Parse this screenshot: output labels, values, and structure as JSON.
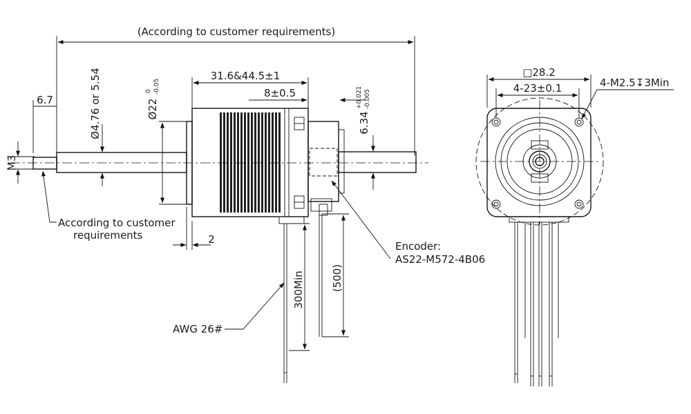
{
  "side_view": {
    "overall_length": "(According to customer requirements)",
    "shaft_end_length": "6.7",
    "thread": "M3",
    "shaft_diameter": "Ø4.76 or 5.54",
    "pilot_diameter_base": "Ø22",
    "pilot_diameter_tol_upper": "0",
    "pilot_diameter_tol_lower": "-0.05",
    "body_length": "31.6&44.5±1",
    "rear_length": "8±0.5",
    "rear_shaft_base": "6.34",
    "rear_shaft_tol_upper": "+0.021",
    "rear_shaft_tol_lower": "-0.005",
    "flange_thickness": "2",
    "front_note_line1": "According to customer",
    "front_note_line2": "requirements",
    "encoder_label": "Encoder:",
    "encoder_model": "AS22-M572-4B06",
    "wire_length_min": "300Min",
    "wire_length_ref": "(500)",
    "wire_gauge": "AWG 26#"
  },
  "front_view": {
    "square_size": "□28.2",
    "hole_spacing": "4-23±0.1",
    "mounting_holes": "4-M2.5↧3Min"
  }
}
